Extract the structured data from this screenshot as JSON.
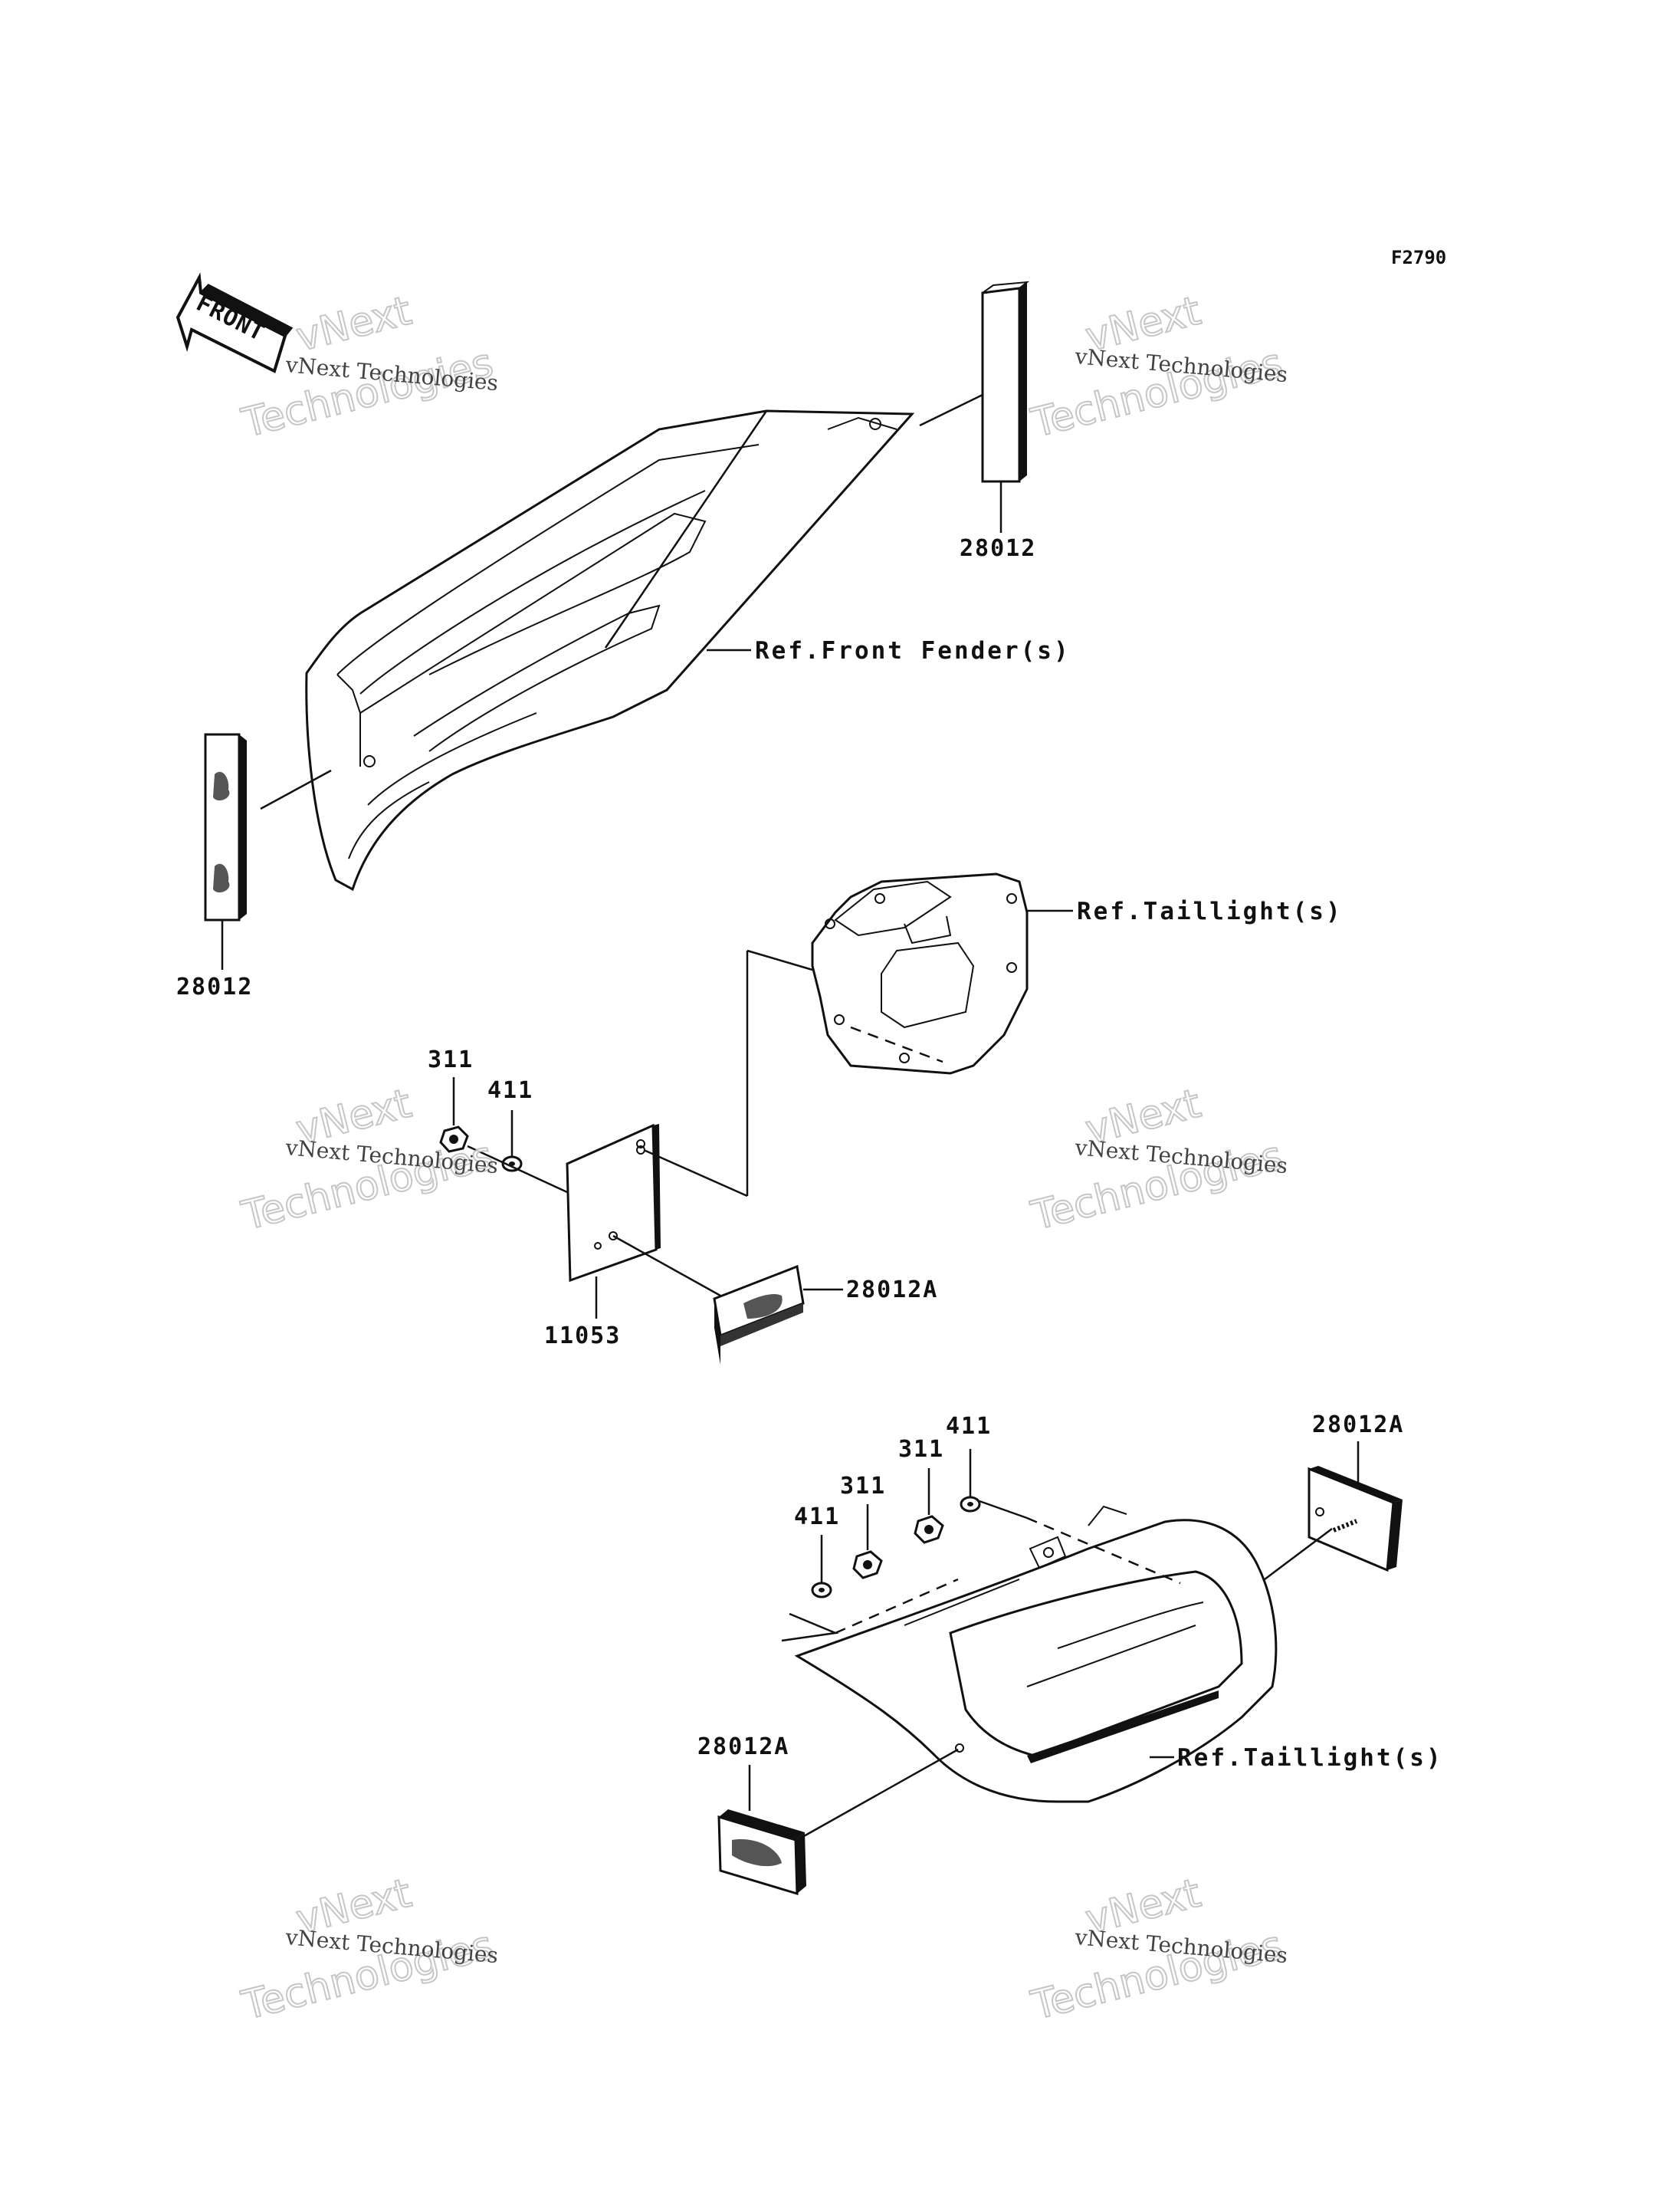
{
  "figure": {
    "code": "F2790"
  },
  "front_arrow": {
    "text": "FRONT"
  },
  "watermark": {
    "line1": "vNext Technologies",
    "big_top": "vNext",
    "big_bottom": "Technologies"
  },
  "references": {
    "front_fender": "Ref.Front Fender(s)",
    "taillight_upper": "Ref.Taillight(s)",
    "taillight_lower": "Ref.Taillight(s)"
  },
  "parts": {
    "reflector_top_right": "28012",
    "reflector_left": "28012",
    "nut_mid": "311",
    "washer_mid": "411",
    "bracket": "11053",
    "reflector_mid": "28012A",
    "washer_lower_right": "411",
    "nut_lower_right": "311",
    "nut_lower_left": "311",
    "washer_lower_left": "411",
    "reflector_lower_right": "28012A",
    "reflector_lower_left": "28012A"
  }
}
